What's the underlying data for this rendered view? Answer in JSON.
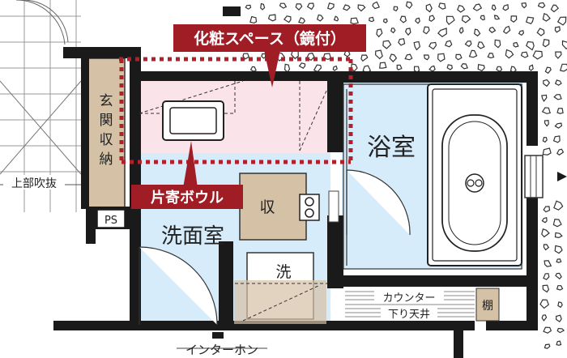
{
  "labels": {
    "vanity_space": "化粧スペース（鏡付）",
    "side_bowl": "片寄ボウル",
    "bathroom": "浴室",
    "washroom": "洗面室",
    "storage": "収",
    "washer": "洗",
    "entry_storage": [
      "玄",
      "関",
      "収",
      "納"
    ],
    "upper_void": "上部吹抜",
    "pipe_space": "PS",
    "counter": "カウンター",
    "lowered_ceiling": "下り天井",
    "shelf": "棚",
    "intercom": "インターホン"
  },
  "colors": {
    "wall": "#1a1a1a",
    "washroom_fill": "#d6ecfa",
    "vanity_fill": "#fbe3ea",
    "bath_fill": "#d6ecfa",
    "storage_fill": "#d5c1a5",
    "callout": "#a01d26",
    "dotted_outline": "#b3202b"
  }
}
